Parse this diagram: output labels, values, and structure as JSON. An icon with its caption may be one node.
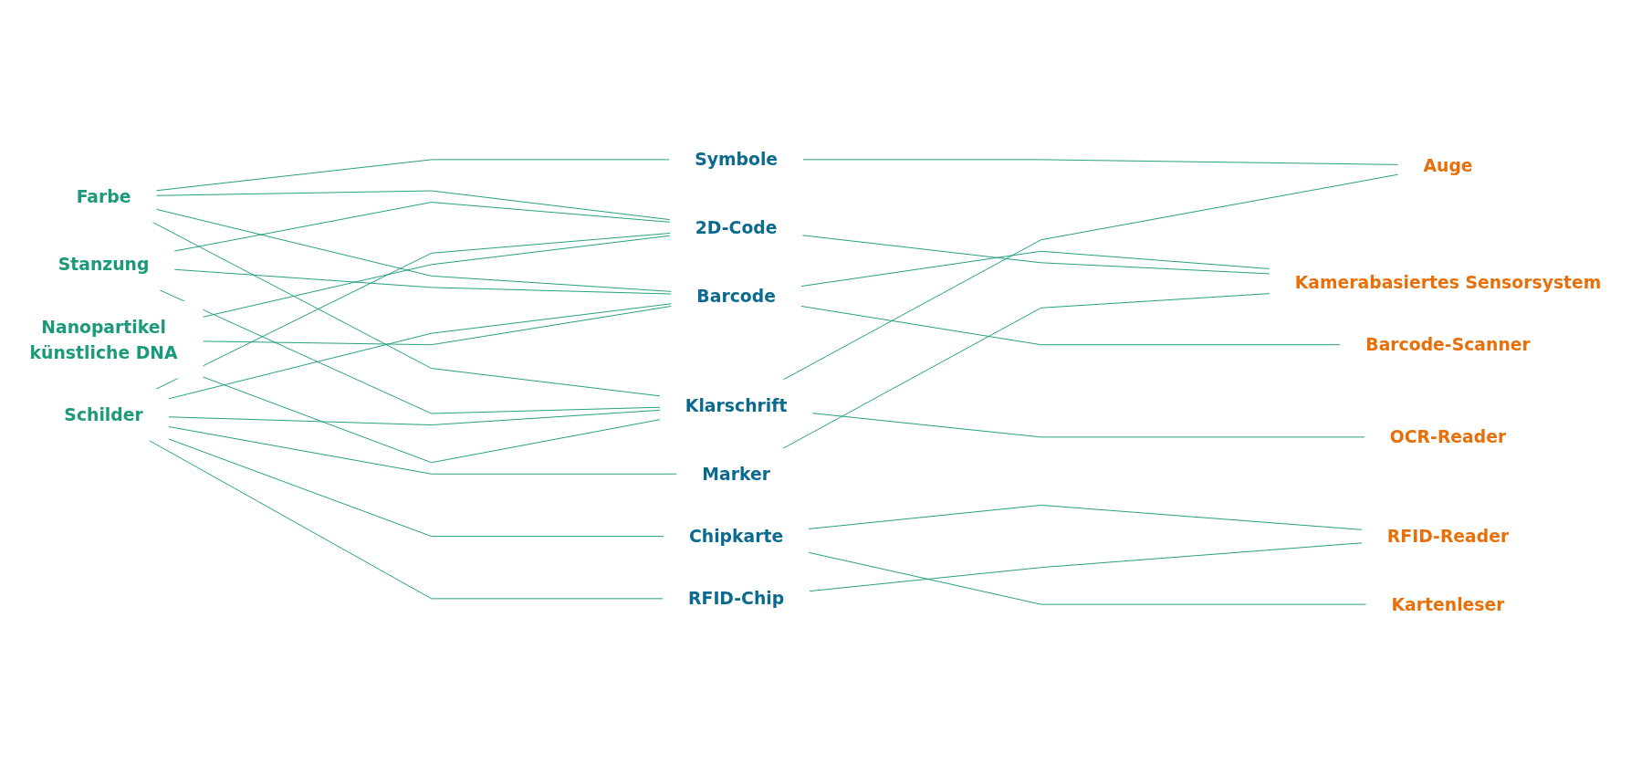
{
  "diagram": {
    "nodes": [
      {
        "text": [
          "Farbe"
        ]
      },
      {
        "text": [
          "Stanzung"
        ]
      },
      {
        "text": [
          "Schilder"
        ]
      },
      {
        "text": [
          "Nanopartikel",
          "künstliche DNA"
        ]
      },
      {
        "text": [
          "Symbole"
        ]
      },
      {
        "text": [
          "Chipkarte"
        ]
      },
      {
        "text": [
          "Barcode"
        ]
      },
      {
        "text": [
          "2D-Code"
        ]
      },
      {
        "text": [
          "RFID-Chip"
        ]
      },
      {
        "text": [
          "Klarschrift"
        ]
      },
      {
        "text": [
          "Marker"
        ]
      },
      {
        "text": [
          "OCR-Reader"
        ]
      },
      {
        "text": [
          "RFID-Reader"
        ]
      },
      {
        "text": [
          "Auge"
        ]
      },
      {
        "text": [
          "Kamerabasiertes Sensorsystem"
        ]
      },
      {
        "text": [
          "Barcode-Scanner"
        ]
      },
      {
        "text": [
          "Kartenleser"
        ]
      }
    ],
    "edges": [
      {
        "from": 0,
        "to": 4,
        "arrow": "none"
      },
      {
        "from": 0,
        "to": 6,
        "arrow": "none"
      },
      {
        "from": 0,
        "to": 7,
        "arrow": "none"
      },
      {
        "from": 0,
        "to": 9,
        "arrow": "none"
      },
      {
        "from": 1,
        "to": 6,
        "arrow": "none"
      },
      {
        "from": 1,
        "to": 7,
        "arrow": "none"
      },
      {
        "from": 1,
        "to": 9,
        "arrow": "none"
      },
      {
        "from": 2,
        "to": 5,
        "arrow": "none"
      },
      {
        "from": 2,
        "to": 6,
        "arrow": "none"
      },
      {
        "from": 2,
        "to": 7,
        "arrow": "none"
      },
      {
        "from": 2,
        "to": 8,
        "arrow": "none"
      },
      {
        "from": 2,
        "to": 9,
        "arrow": "none"
      },
      {
        "from": 2,
        "to": 10,
        "arrow": "none"
      },
      {
        "from": 3,
        "to": 6,
        "arrow": "none"
      },
      {
        "from": 3,
        "to": 7,
        "arrow": "none"
      },
      {
        "from": 3,
        "to": 9,
        "arrow": "none"
      },
      {
        "from": 4,
        "to": 13,
        "arrow": "none"
      },
      {
        "from": 5,
        "to": 12,
        "arrow": "none"
      },
      {
        "from": 5,
        "to": 16,
        "arrow": "none"
      },
      {
        "from": 6,
        "to": 14,
        "arrow": "none"
      },
      {
        "from": 6,
        "to": 15,
        "arrow": "none"
      },
      {
        "from": 7,
        "to": 14,
        "arrow": "none"
      },
      {
        "from": 8,
        "to": 12,
        "arrow": "none"
      },
      {
        "from": 9,
        "to": 11,
        "arrow": "none"
      },
      {
        "from": 9,
        "to": 13,
        "arrow": "none"
      },
      {
        "from": 10,
        "to": 14,
        "arrow": "none"
      }
    ]
  }
}
